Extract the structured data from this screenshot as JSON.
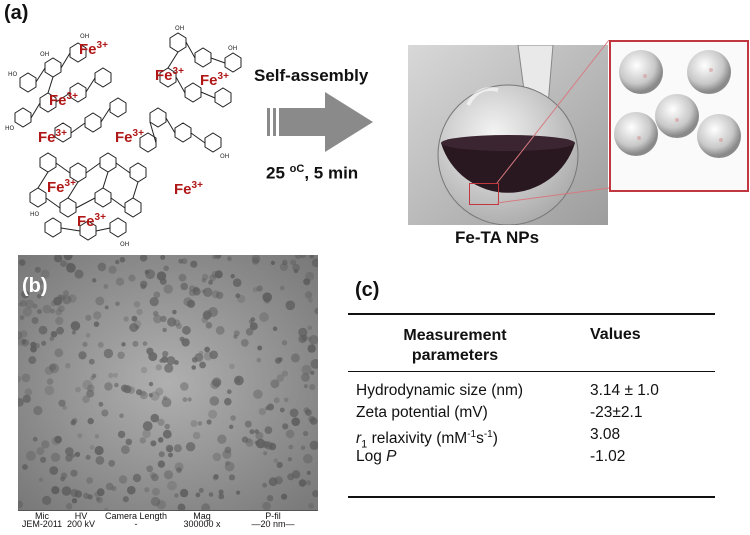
{
  "panels": {
    "a": "(a)",
    "b": "(b)",
    "c": "(c)"
  },
  "ions": [
    {
      "base": "Fe",
      "charge": "3+"
    },
    {
      "base": "Fe",
      "charge": "3+"
    },
    {
      "base": "Fe",
      "charge": "3+"
    },
    {
      "base": "Fe",
      "charge": "3+"
    },
    {
      "base": "Fe",
      "charge": "3+"
    },
    {
      "base": "Fe",
      "charge": "3+"
    },
    {
      "base": "Fe",
      "charge": "3+"
    },
    {
      "base": "Fe",
      "charge": "3+"
    },
    {
      "base": "Fe",
      "charge": "3+"
    }
  ],
  "arrow": {
    "top_label": "Self-assembly",
    "temperature": "25",
    "temperature_unit": "oC",
    "time": ", 5 min"
  },
  "product_label": "Fe-TA NPs",
  "tem": {
    "headers": [
      "Mic",
      "HV",
      "Camera Length",
      "Mag",
      "P-fil"
    ],
    "values": [
      "JEM-2011",
      "200 kV",
      "-",
      "300000 x",
      "20 nm"
    ]
  },
  "table": {
    "col1_header_line1": "Measurement",
    "col1_header_line2": "parameters",
    "col2_header": "Values",
    "rows": [
      {
        "param": "Hydrodynamic size (nm)",
        "value": "3.14 ± 1.0"
      },
      {
        "param": "Zeta potential (mV)",
        "value": "-23±2.1"
      },
      {
        "param_prefix": "r",
        "param_sub": "1",
        "param_rest": " relaxivity (mM",
        "param_sup1": "-1",
        "param_mid": "s",
        "param_sup2": "-1",
        "param_end": ")",
        "value": "3.08"
      },
      {
        "param": "Log ",
        "param_italic": "P",
        "value": "-1.02"
      }
    ]
  },
  "colors": {
    "fe": "#b01818",
    "arrow": "#8a8a8a",
    "zoom_box": "#c0373f",
    "liquid": "#2a1820"
  }
}
